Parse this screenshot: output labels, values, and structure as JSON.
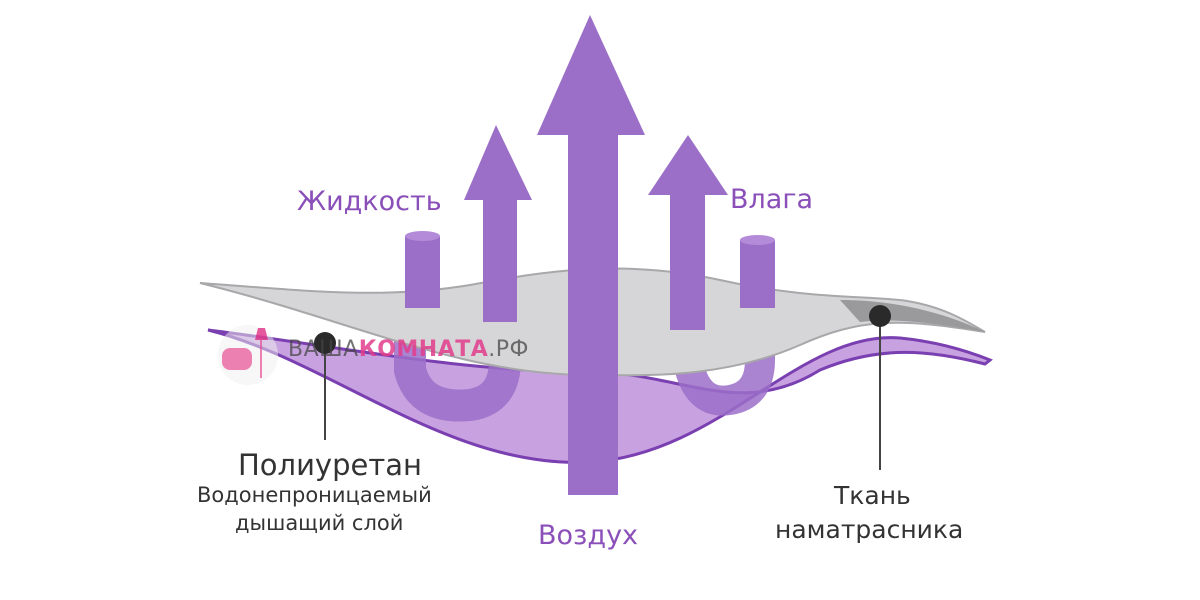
{
  "labels": {
    "liquid": "Жидкость",
    "moisture": "Влага",
    "air": "Воздух",
    "polyurethane": "Полиуретан",
    "waterproof": "Водонепроницаемый",
    "breathable": "дышащий слой",
    "fabric_1": "Ткань",
    "fabric_2": "наматрасника"
  },
  "watermark": {
    "part1": "ВАША",
    "part2": "КОМНАТА",
    "part3": ".РФ"
  },
  "colors": {
    "arrow": "#9b6fc8",
    "purple_layer": "#c8a2e0",
    "gray_layer": "#d6d6d8",
    "label": "#8a4fb8",
    "text": "#333333"
  }
}
